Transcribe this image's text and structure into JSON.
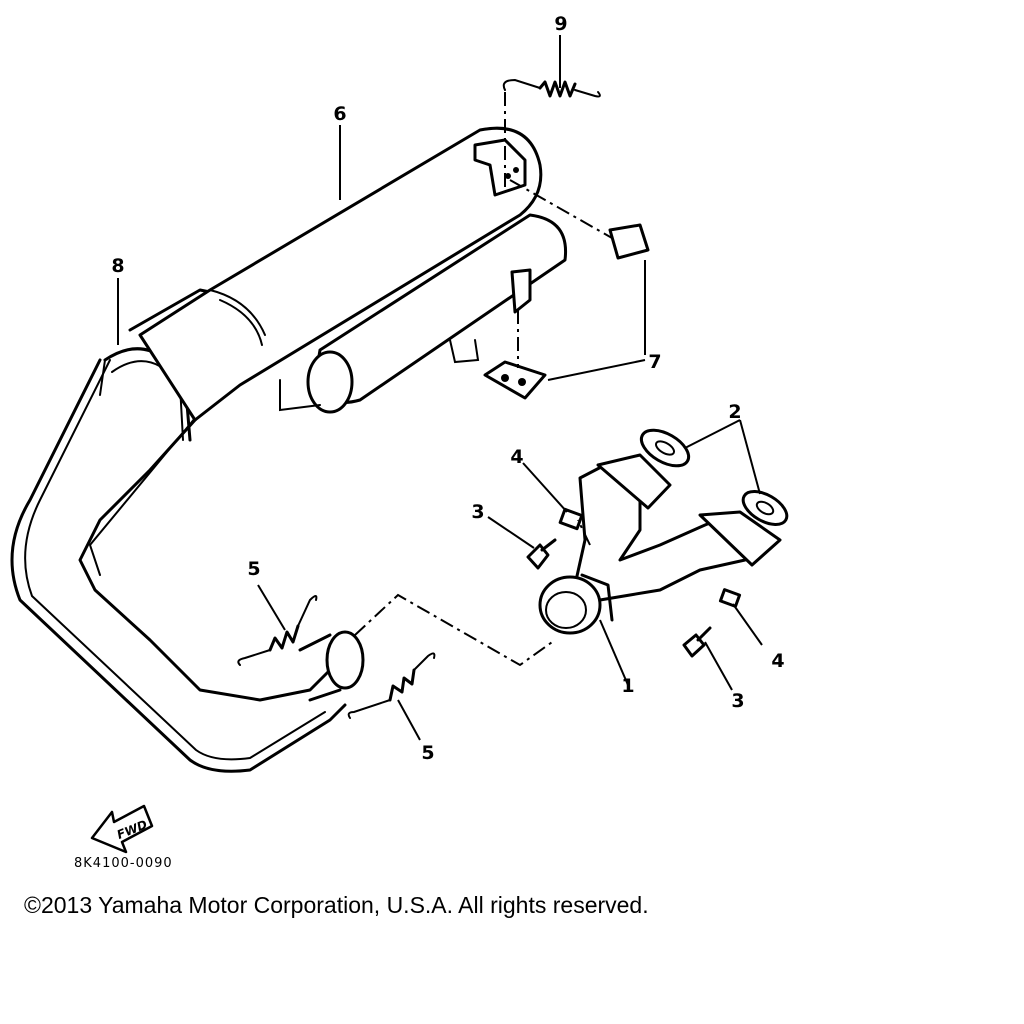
{
  "callouts": {
    "c1": "1",
    "c2": "2",
    "c3a": "3",
    "c3b": "3",
    "c4a": "4",
    "c4b": "4",
    "c5a": "5",
    "c5b": "5",
    "c6": "6",
    "c7": "7",
    "c8": "8",
    "c9": "9"
  },
  "fwd_label": "FWD",
  "part_number": "8K4100-0090",
  "copyright": "©2013 Yamaha Motor Corporation, U.S.A. All rights reserved."
}
